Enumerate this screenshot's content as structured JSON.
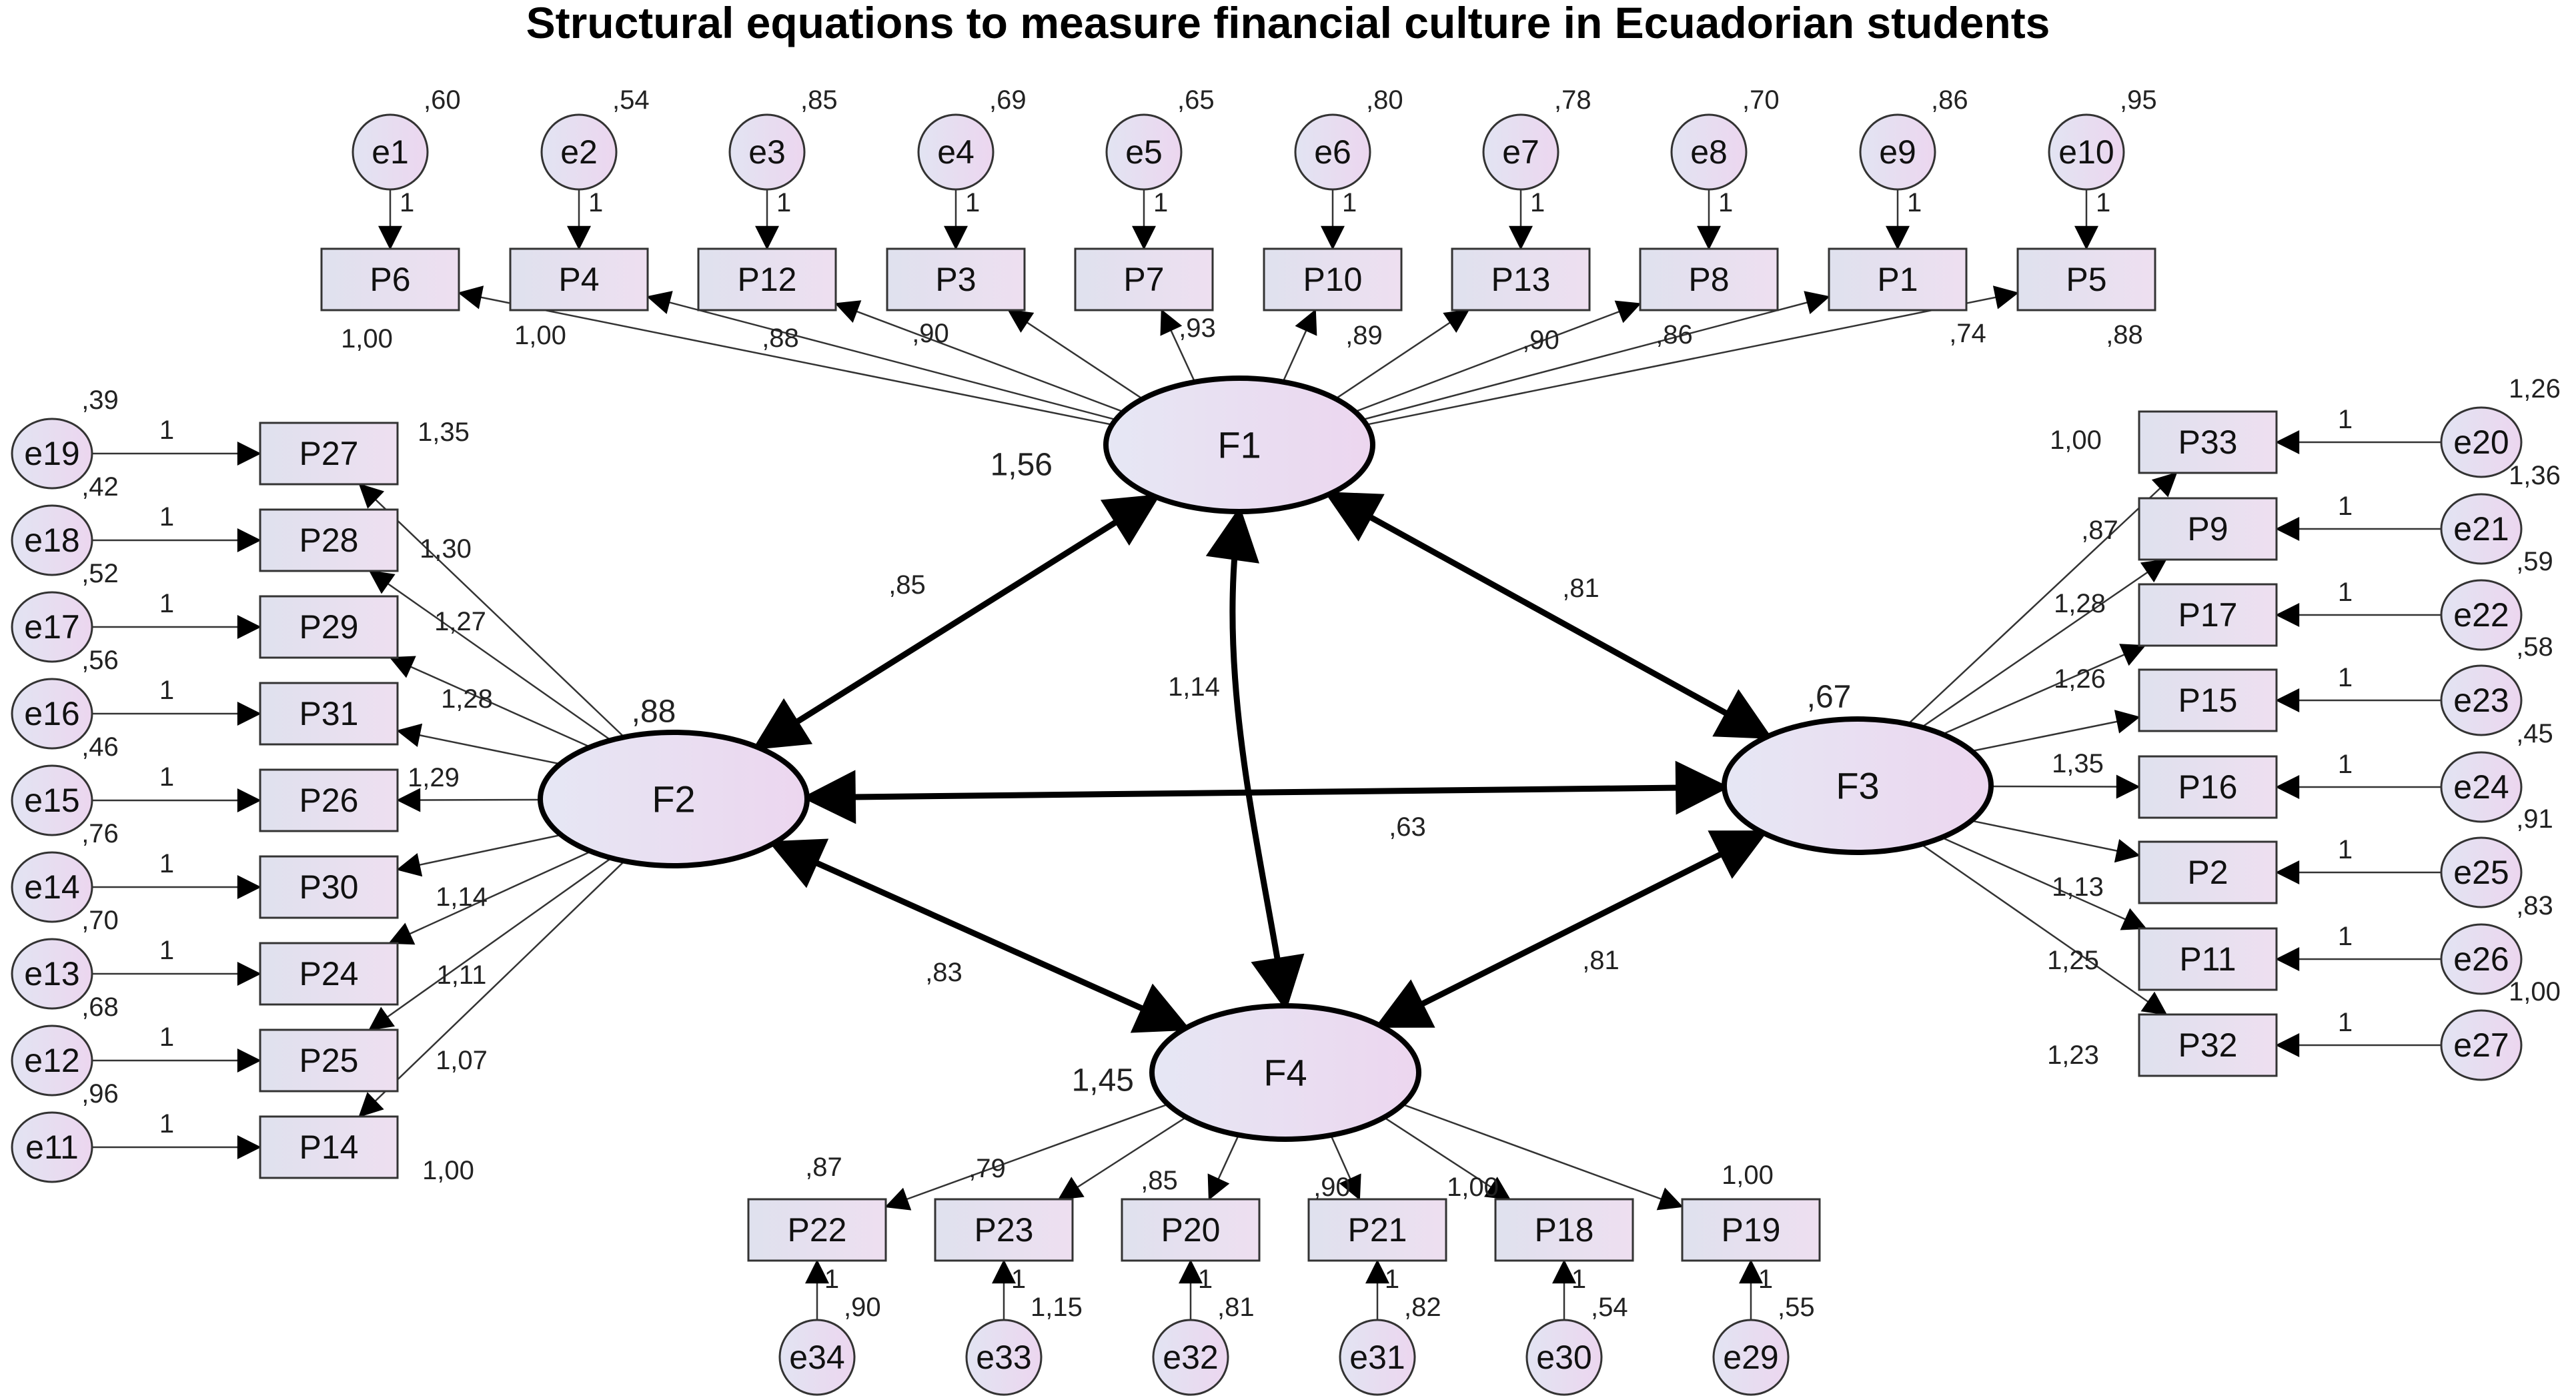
{
  "title": "Structural equations to measure financial culture in Ecuadorian students",
  "factors": [
    {
      "id": "F1",
      "label": "F1",
      "variance": "1,56"
    },
    {
      "id": "F2",
      "label": "F2",
      "variance": ",88"
    },
    {
      "id": "F3",
      "label": "F3",
      "variance": ",67"
    },
    {
      "id": "F4",
      "label": "F4",
      "variance": "1,45"
    }
  ],
  "covariances": [
    {
      "from": "F1",
      "to": "F2",
      "value": ",85"
    },
    {
      "from": "F1",
      "to": "F3",
      "value": ",81"
    },
    {
      "from": "F1",
      "to": "F4",
      "value": "1,14"
    },
    {
      "from": "F2",
      "to": "F3",
      "value": ",63"
    },
    {
      "from": "F2",
      "to": "F4",
      "value": ",83"
    },
    {
      "from": "F3",
      "to": "F4",
      "value": ",81"
    }
  ],
  "groups": {
    "F1": [
      {
        "item": "P6",
        "error": "e1",
        "error_variance": ",60",
        "error_path": "1",
        "loading": "1,00"
      },
      {
        "item": "P4",
        "error": "e2",
        "error_variance": ",54",
        "error_path": "1",
        "loading": "1,00"
      },
      {
        "item": "P12",
        "error": "e3",
        "error_variance": ",85",
        "error_path": "1",
        "loading": ",88"
      },
      {
        "item": "P3",
        "error": "e4",
        "error_variance": ",69",
        "error_path": "1",
        "loading": ",90"
      },
      {
        "item": "P7",
        "error": "e5",
        "error_variance": ",65",
        "error_path": "1",
        "loading": ",93"
      },
      {
        "item": "P10",
        "error": "e6",
        "error_variance": ",80",
        "error_path": "1",
        "loading": ",89"
      },
      {
        "item": "P13",
        "error": "e7",
        "error_variance": ",78",
        "error_path": "1",
        "loading": ",90"
      },
      {
        "item": "P8",
        "error": "e8",
        "error_variance": ",70",
        "error_path": "1",
        "loading": ",86"
      },
      {
        "item": "P1",
        "error": "e9",
        "error_variance": ",86",
        "error_path": "1",
        "loading": ",74"
      },
      {
        "item": "P5",
        "error": "e10",
        "error_variance": ",95",
        "error_path": "1",
        "loading": ",88"
      }
    ],
    "F2": [
      {
        "item": "P27",
        "error": "e19",
        "error_variance": ",39",
        "error_path": "1",
        "loading": "1,35"
      },
      {
        "item": "P28",
        "error": "e18",
        "error_variance": ",42",
        "error_path": "1",
        "loading": "1,30"
      },
      {
        "item": "P29",
        "error": "e17",
        "error_variance": ",52",
        "error_path": "1",
        "loading": "1,27"
      },
      {
        "item": "P31",
        "error": "e16",
        "error_variance": ",56",
        "error_path": "1",
        "loading": "1,28"
      },
      {
        "item": "P26",
        "error": "e15",
        "error_variance": ",46",
        "error_path": "1",
        "loading": "1,29"
      },
      {
        "item": "P30",
        "error": "e14",
        "error_variance": ",76",
        "error_path": "1",
        "loading": "1,14"
      },
      {
        "item": "P24",
        "error": "e13",
        "error_variance": ",70",
        "error_path": "1",
        "loading": "1,11"
      },
      {
        "item": "P25",
        "error": "e12",
        "error_variance": ",68",
        "error_path": "1",
        "loading": "1,07"
      },
      {
        "item": "P14",
        "error": "e11",
        "error_variance": ",96",
        "error_path": "1",
        "loading": "1,00"
      }
    ],
    "F3": [
      {
        "item": "P33",
        "error": "e20",
        "error_variance": "1,26",
        "error_path": "1",
        "loading": "1,00"
      },
      {
        "item": "P9",
        "error": "e21",
        "error_variance": "1,36",
        "error_path": "1",
        "loading": ",87"
      },
      {
        "item": "P17",
        "error": "e22",
        "error_variance": ",59",
        "error_path": "1",
        "loading": "1,28"
      },
      {
        "item": "P15",
        "error": "e23",
        "error_variance": ",58",
        "error_path": "1",
        "loading": "1,26"
      },
      {
        "item": "P16",
        "error": "e24",
        "error_variance": ",45",
        "error_path": "1",
        "loading": "1,35"
      },
      {
        "item": "P2",
        "error": "e25",
        "error_variance": ",91",
        "error_path": "1",
        "loading": "1,13"
      },
      {
        "item": "P11",
        "error": "e26",
        "error_variance": ",83",
        "error_path": "1",
        "loading": "1,25"
      },
      {
        "item": "P32",
        "error": "e27",
        "error_variance": "1,00",
        "error_path": "1",
        "loading": "1,23"
      }
    ],
    "F4": [
      {
        "item": "P22",
        "error": "e34",
        "error_variance": ",90",
        "error_path": "1",
        "loading": ",87"
      },
      {
        "item": "P23",
        "error": "e33",
        "error_variance": "1,15",
        "error_path": "1",
        "loading": ",79"
      },
      {
        "item": "P20",
        "error": "e32",
        "error_variance": ",81",
        "error_path": "1",
        "loading": ",85"
      },
      {
        "item": "P21",
        "error": "e31",
        "error_variance": ",82",
        "error_path": "1",
        "loading": ",90"
      },
      {
        "item": "P18",
        "error": "e30",
        "error_variance": ",54",
        "error_path": "1",
        "loading": "1,00"
      },
      {
        "item": "P19",
        "error": "e29",
        "error_variance": ",55",
        "error_path": "1",
        "loading": "1,00"
      }
    ]
  },
  "colors": {
    "box_fill_left": "#dfe1ee",
    "box_fill_right": "#eedff0",
    "node_fill_left": "#e2e4f2",
    "node_fill_right": "#ecd6ef",
    "stroke": "#000000"
  }
}
